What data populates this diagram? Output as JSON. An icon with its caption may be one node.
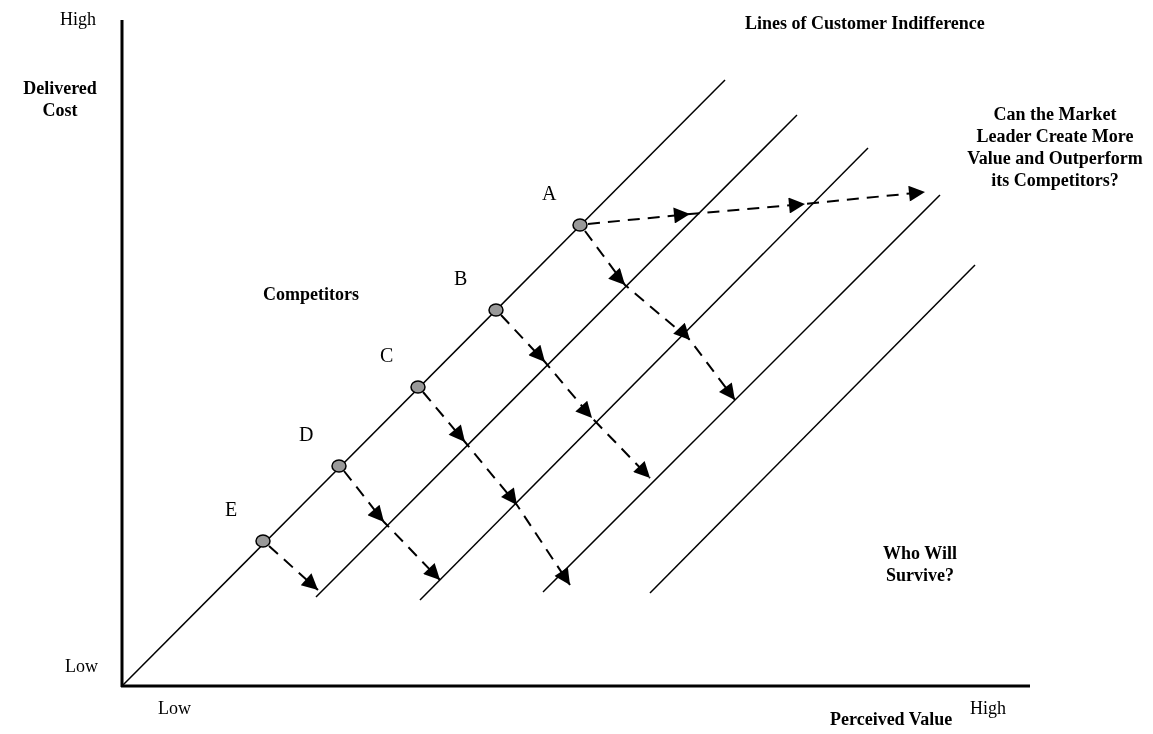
{
  "diagram": {
    "nodes": [
      {
        "text": [],
        "shape": "circle",
        "beside": [
          "A"
        ]
      },
      {
        "text": [],
        "shape": "circle",
        "beside": [
          "B"
        ]
      },
      {
        "text": [],
        "shape": "circle",
        "beside": [
          "C"
        ]
      },
      {
        "text": [],
        "shape": "circle",
        "beside": [
          "D"
        ]
      },
      {
        "text": [],
        "shape": "circle",
        "beside": [
          "E"
        ]
      }
    ],
    "edges": [
      {
        "from": 0,
        "to": null,
        "arrow": "to",
        "style": "dashed"
      },
      {
        "from": 0,
        "to": null,
        "arrow": "to",
        "style": "dashed"
      },
      {
        "from": 1,
        "to": null,
        "arrow": "to",
        "style": "dashed"
      },
      {
        "from": 2,
        "to": null,
        "arrow": "to",
        "style": "dashed"
      },
      {
        "from": 3,
        "to": null,
        "arrow": "to",
        "style": "dashed"
      },
      {
        "from": 4,
        "to": null,
        "arrow": "to",
        "style": "dashed"
      }
    ],
    "labels": [
      "High",
      "Delivered Cost",
      "Lines of Customer Indifference",
      "Can the Market Leader Create More Value and Outperform its Competitors?",
      "Competitors",
      "Who Will Survive?",
      "Low",
      "Low",
      "Perceived Value",
      "High"
    ]
  }
}
